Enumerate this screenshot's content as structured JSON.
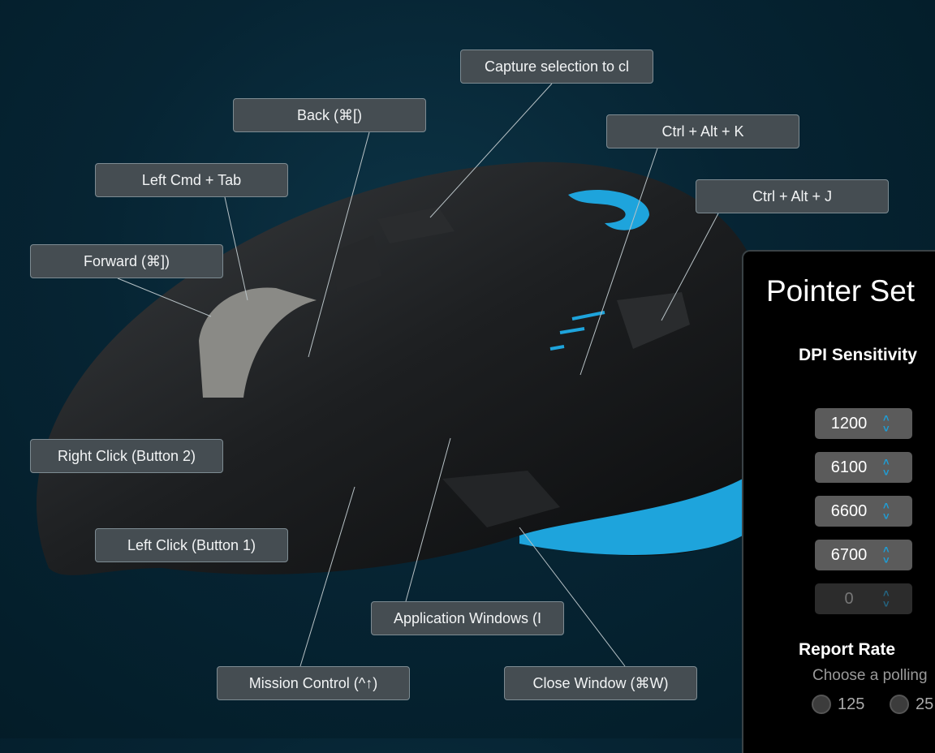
{
  "callouts": [
    {
      "id": "capture",
      "label": "Capture selection to cl"
    },
    {
      "id": "back",
      "label": "Back (⌘[)"
    },
    {
      "id": "ctrl-alt-k",
      "label": "Ctrl + Alt + K"
    },
    {
      "id": "left-cmd-tab",
      "label": "Left Cmd + Tab"
    },
    {
      "id": "ctrl-alt-j",
      "label": "Ctrl + Alt + J"
    },
    {
      "id": "forward",
      "label": "Forward (⌘])"
    },
    {
      "id": "right-click",
      "label": "Right Click (Button 2)"
    },
    {
      "id": "left-click",
      "label": "Left Click (Button 1)"
    },
    {
      "id": "app-windows",
      "label": "Application Windows (I"
    },
    {
      "id": "mission-control",
      "label": "Mission Control  (^↑)"
    },
    {
      "id": "close-window",
      "label": "Close Window (⌘W)"
    }
  ],
  "panel": {
    "title": "Pointer Set",
    "dpi_heading": "DPI Sensitivity",
    "dpi_values": [
      "1200",
      "6100",
      "6600",
      "6700",
      "0"
    ],
    "report_heading": "Report Rate",
    "report_sub": "Choose a polling",
    "rates": [
      "125",
      "25"
    ]
  },
  "colors": {
    "accent": "#1e9fd8",
    "background": "#062433"
  }
}
